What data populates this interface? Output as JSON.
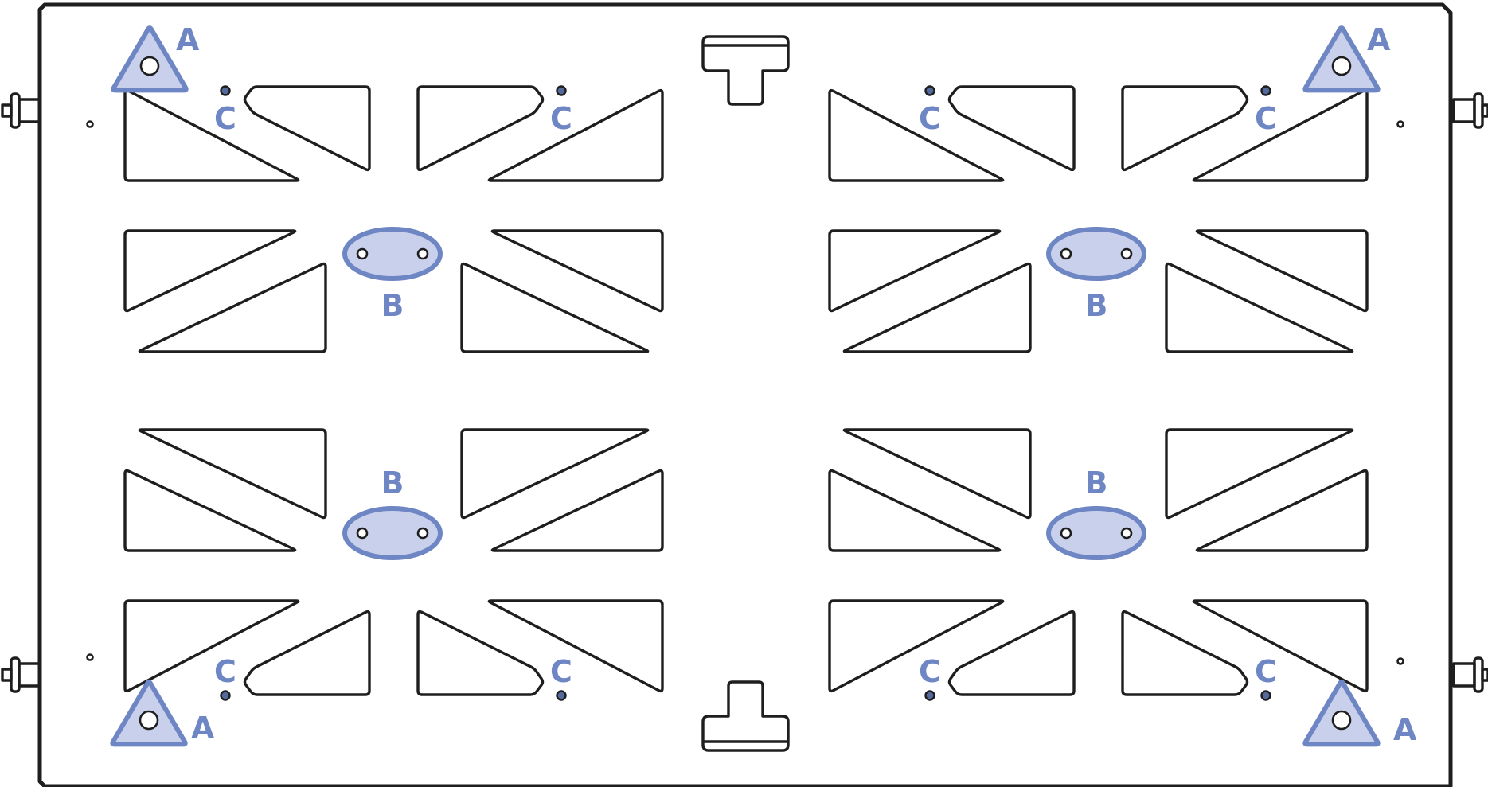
{
  "diagram": {
    "marker_color": "#6f86c4",
    "marker_fill": "#c8d0ec",
    "line_color": "#1e1e1e",
    "markers": {
      "triangle": {
        "label": "A",
        "icon": "triangle-marker-icon"
      },
      "oval": {
        "label": "B",
        "icon": "oval-marker-icon"
      },
      "dot": {
        "label": "C",
        "icon": "dot-marker-icon"
      }
    }
  }
}
